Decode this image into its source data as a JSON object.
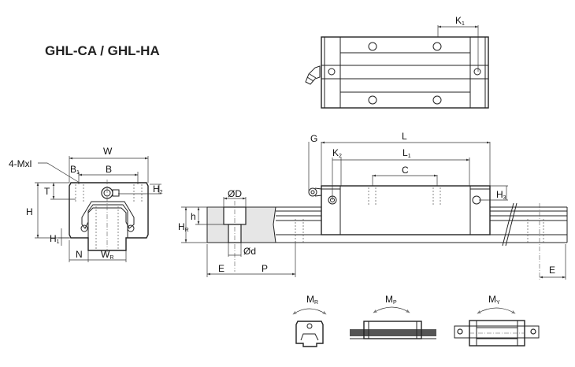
{
  "title": "GHL-CA / GHL-HA",
  "labels": {
    "k1": "K",
    "k1_sub": "1",
    "mxl": "4-Mxl",
    "w": "W",
    "b": "B",
    "b1": "B",
    "b1_sub": "1",
    "t": "T",
    "h": "H",
    "h1": "H",
    "h1_sub": "1",
    "h2": "H",
    "h2_sub": "2",
    "n": "N",
    "wr": "W",
    "wr_sub": "R",
    "od_big": "ØD",
    "od_small": "Ød",
    "h_small": "h",
    "hr": "H",
    "hr_sub": "R",
    "e_left": "E",
    "p": "P",
    "g": "G",
    "l": "L",
    "l1": "L",
    "l1_sub": "1",
    "k2": "K",
    "k2_sub": "2",
    "c": "C",
    "h3": "H",
    "h3_sub": "3",
    "e_right": "E",
    "mr": "M",
    "mr_sub": "R",
    "mp": "M",
    "mp_sub": "P",
    "my": "M",
    "my_sub": "Y"
  }
}
